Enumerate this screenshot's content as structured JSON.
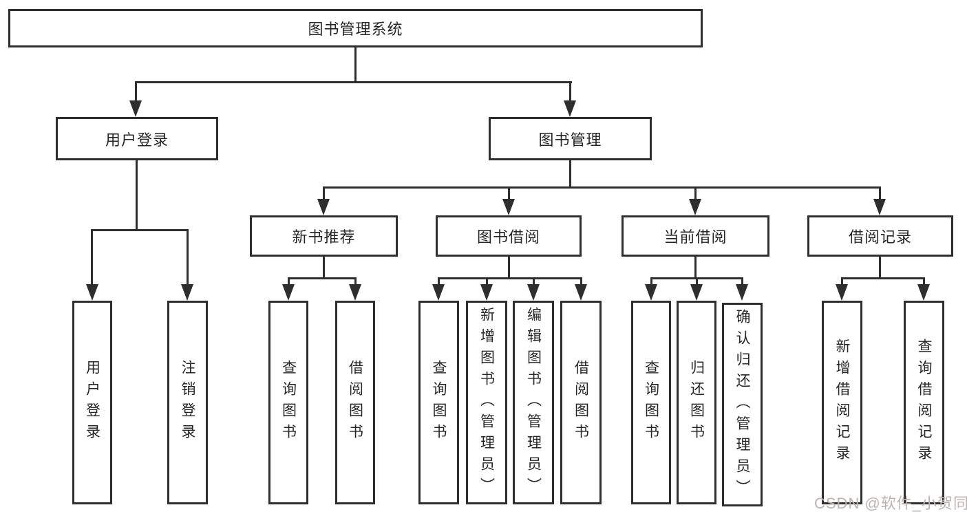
{
  "tree": {
    "root": {
      "label": "图书管理系统"
    },
    "branches": [
      {
        "label": "用户登录",
        "children": [
          {
            "label": "用户登录"
          },
          {
            "label": "注销登录"
          }
        ]
      },
      {
        "label": "图书管理",
        "children": [
          {
            "label": "新书推荐",
            "children": [
              {
                "label": "查询图书"
              },
              {
                "label": "借阅图书"
              }
            ]
          },
          {
            "label": "图书借阅",
            "children": [
              {
                "label": "查询图书"
              },
              {
                "label": "新增图书（管理员）"
              },
              {
                "label": "编辑图书（管理员）"
              },
              {
                "label": "借阅图书"
              }
            ]
          },
          {
            "label": "当前借阅",
            "children": [
              {
                "label": "查询图书"
              },
              {
                "label": "归还图书"
              },
              {
                "label": "确认归还（管理员）"
              }
            ]
          },
          {
            "label": "借阅记录",
            "children": [
              {
                "label": "新增借阅记录"
              },
              {
                "label": "查询借阅记录"
              }
            ]
          }
        ]
      }
    ]
  },
  "watermark": {
    "text": "CSDN @软件_小贺同学",
    "color": "#bfb2b2"
  },
  "colors": {
    "line": "#2e2e2e",
    "box_border": "#2e2e2e",
    "box_background": "#ffffff",
    "text": "#262626",
    "page_background": "#ffffff"
  }
}
